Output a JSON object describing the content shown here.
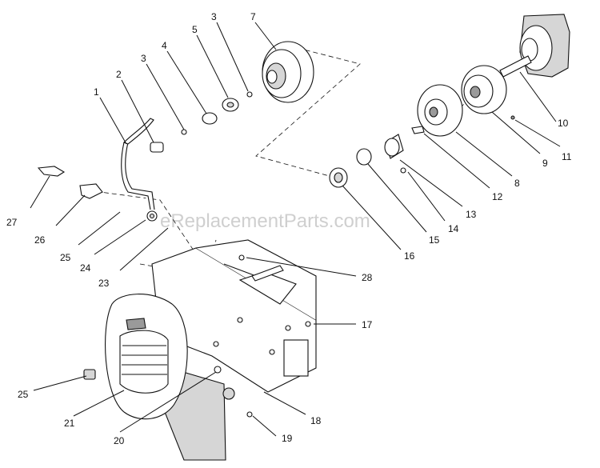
{
  "watermark": "eReplacementParts.com",
  "callouts": {
    "c1": "1",
    "c2": "2",
    "c3a": "3",
    "c3b": "3",
    "c4": "4",
    "c5": "5",
    "c7": "7",
    "c8": "8",
    "c9": "9",
    "c10": "10",
    "c11": "11",
    "c12": "12",
    "c13": "13",
    "c14": "14",
    "c15": "15",
    "c16": "16",
    "c17": "17",
    "c18": "18",
    "c19": "19",
    "c20": "20",
    "c21": "21",
    "c23": "23",
    "c24": "24",
    "c25a": "25",
    "c25b": "25",
    "c26": "26",
    "c27": "27",
    "c28": "28"
  }
}
